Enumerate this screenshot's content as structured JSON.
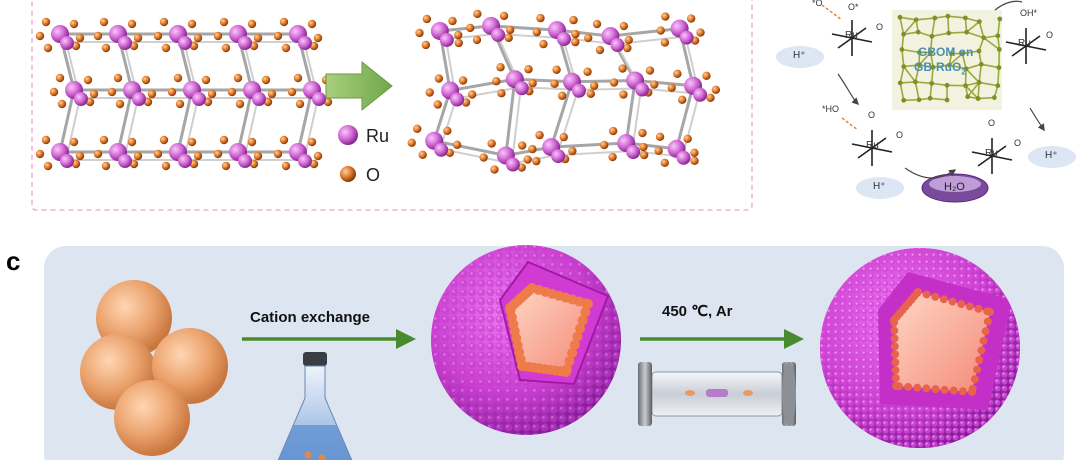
{
  "panel_a": {
    "legend": [
      {
        "label": "Ru",
        "color": "#d46ad8"
      },
      {
        "label": "O",
        "color": "#e07a2a"
      }
    ]
  },
  "panel_b": {
    "center_text_line1": "GBOM on",
    "center_text_line2": "GB-RuO",
    "center_text_sub": "2",
    "species": {
      "top_left_labels": [
        "*O",
        "O*"
      ],
      "top_right_label": "OH*",
      "mid_left_label": "*HO",
      "ru": "Ru",
      "o": "O",
      "h_plus": "H⁺",
      "water": "H₂O"
    },
    "colors": {
      "pill": "#dde6f5",
      "water": "#7a4a9c",
      "framework": "#9aaa3a"
    }
  },
  "panel_c": {
    "label": "c",
    "step1": "Cation exchange",
    "step2": "450 ℃, Ar",
    "colors": {
      "panel_bg": "#dde5f1",
      "arrow": "#4a8a2e",
      "sphere": "#d44bd8",
      "core": "#f8b8a0",
      "bead": "#e69a62"
    }
  }
}
